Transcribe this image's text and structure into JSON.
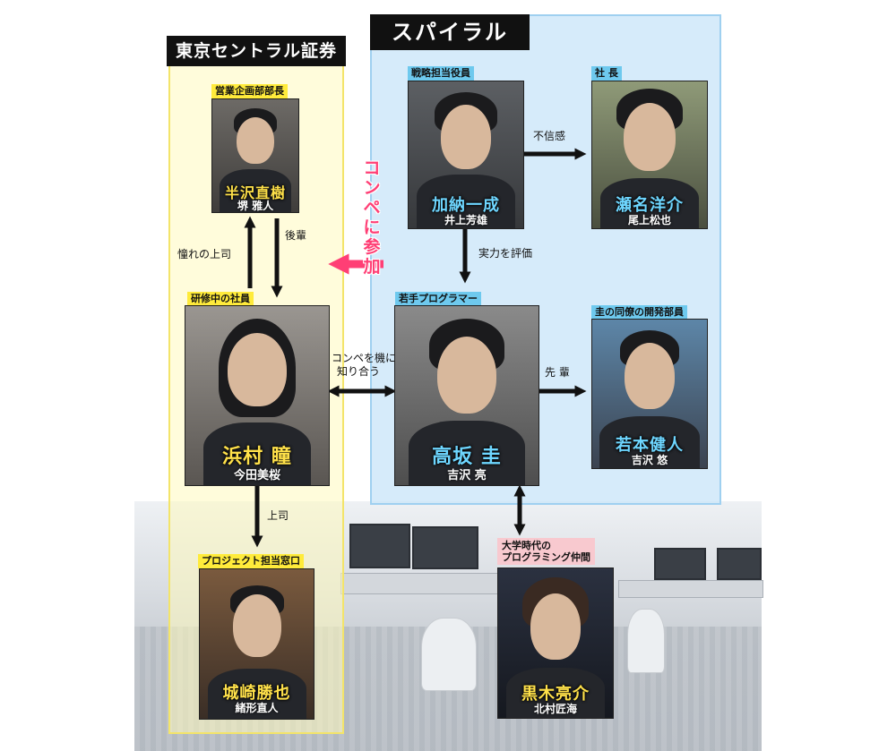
{
  "panels": {
    "company": "東京セントラル証券",
    "spiral": "スパイラル"
  },
  "people": {
    "hanzawa": {
      "role": "営業企画部部長",
      "name": "半沢直樹",
      "actor": "堺 雅人"
    },
    "hamamura": {
      "role": "研修中の社員",
      "name": "浜村 瞳",
      "actor": "今田美桜"
    },
    "shirosaki": {
      "role": "プロジェクト担当窓口",
      "name": "城崎勝也",
      "actor": "緒形直人"
    },
    "kano": {
      "role": "戦略担当役員",
      "name": "加納一成",
      "actor": "井上芳雄"
    },
    "sena": {
      "role": "社 長",
      "name": "瀬名洋介",
      "actor": "尾上松也"
    },
    "takasaka": {
      "role": "若手プログラマー",
      "name": "高坂 圭",
      "actor": "吉沢 亮"
    },
    "wakamoto": {
      "role": "圭の同僚の開発部員",
      "name": "若本健人",
      "actor": "吉沢 悠"
    },
    "kuroki": {
      "role_line1": "大学時代の",
      "role_line2": "プログラミング仲間",
      "name": "黒木亮介",
      "actor": "北村匠海"
    }
  },
  "relations": {
    "admired_boss": "憧れの上司",
    "junior": "後輩",
    "boss": "上司",
    "compete_join": "コンペに参加",
    "distrust": "不信感",
    "evaluate": "実力を評価",
    "met_line1": "コンペを機に",
    "met_line2": "知り合う",
    "senior": "先 輩"
  },
  "colors": {
    "company_panel": "#fff9be",
    "spiral_panel": "#c8e4f8",
    "role_yellow": "#ffeb3b",
    "role_blue": "#6ec9ee",
    "role_pink": "#f8c9cf",
    "name_yellow": "#ffe14a",
    "name_cyan": "#6ed6ff",
    "arrow_pink": "#ff3f75",
    "arrow_black": "#111111"
  }
}
